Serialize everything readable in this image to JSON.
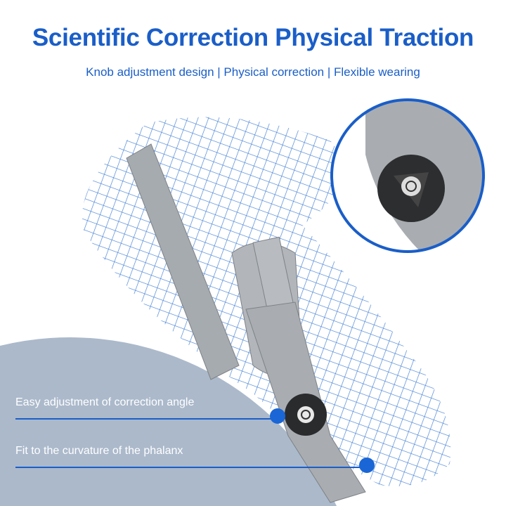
{
  "header": {
    "title": "Scientific Correction Physical Traction",
    "subtitle": "Knob adjustment design | Physical correction | Flexible wearing"
  },
  "features": [
    {
      "label": "Easy adjustment of correction angle"
    },
    {
      "label": "Fit to the curvature of the phalanx"
    }
  ],
  "colors": {
    "accent": "#1a5ec8",
    "panel": "#abb9cb",
    "mesh": "#2a6fd0",
    "brace": "#9ea3a8"
  }
}
